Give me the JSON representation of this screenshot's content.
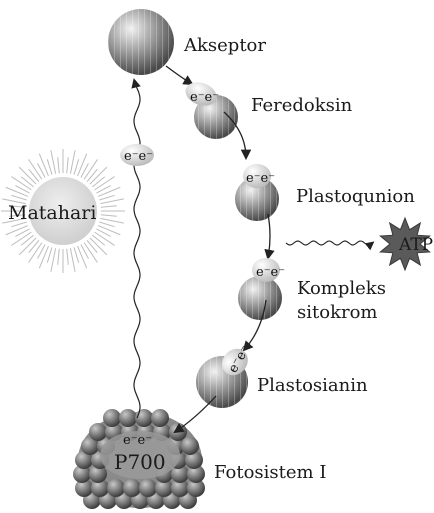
{
  "labels": {
    "matahari": "Matahari",
    "akseptor": "Akseptor",
    "feredoksin": "Feredoksin",
    "plastoqunion": "Plastoqunion",
    "kompleks_line1": "Kompleks",
    "kompleks_line2": "sitokrom",
    "plastosianin": "Plastosianin",
    "fotosistem": "Fotosistem I",
    "p700": "P700",
    "atp": "ATP"
  },
  "electron_pair": "e⁻e⁻",
  "colors": {
    "sun": "#d9d9d9",
    "sun_rays": "#bdbdbd",
    "sphere": "#8a8a8a",
    "electron_blob": "#cfcfcf",
    "atp_star": "#5a5a5a",
    "arrow": "#222222"
  }
}
